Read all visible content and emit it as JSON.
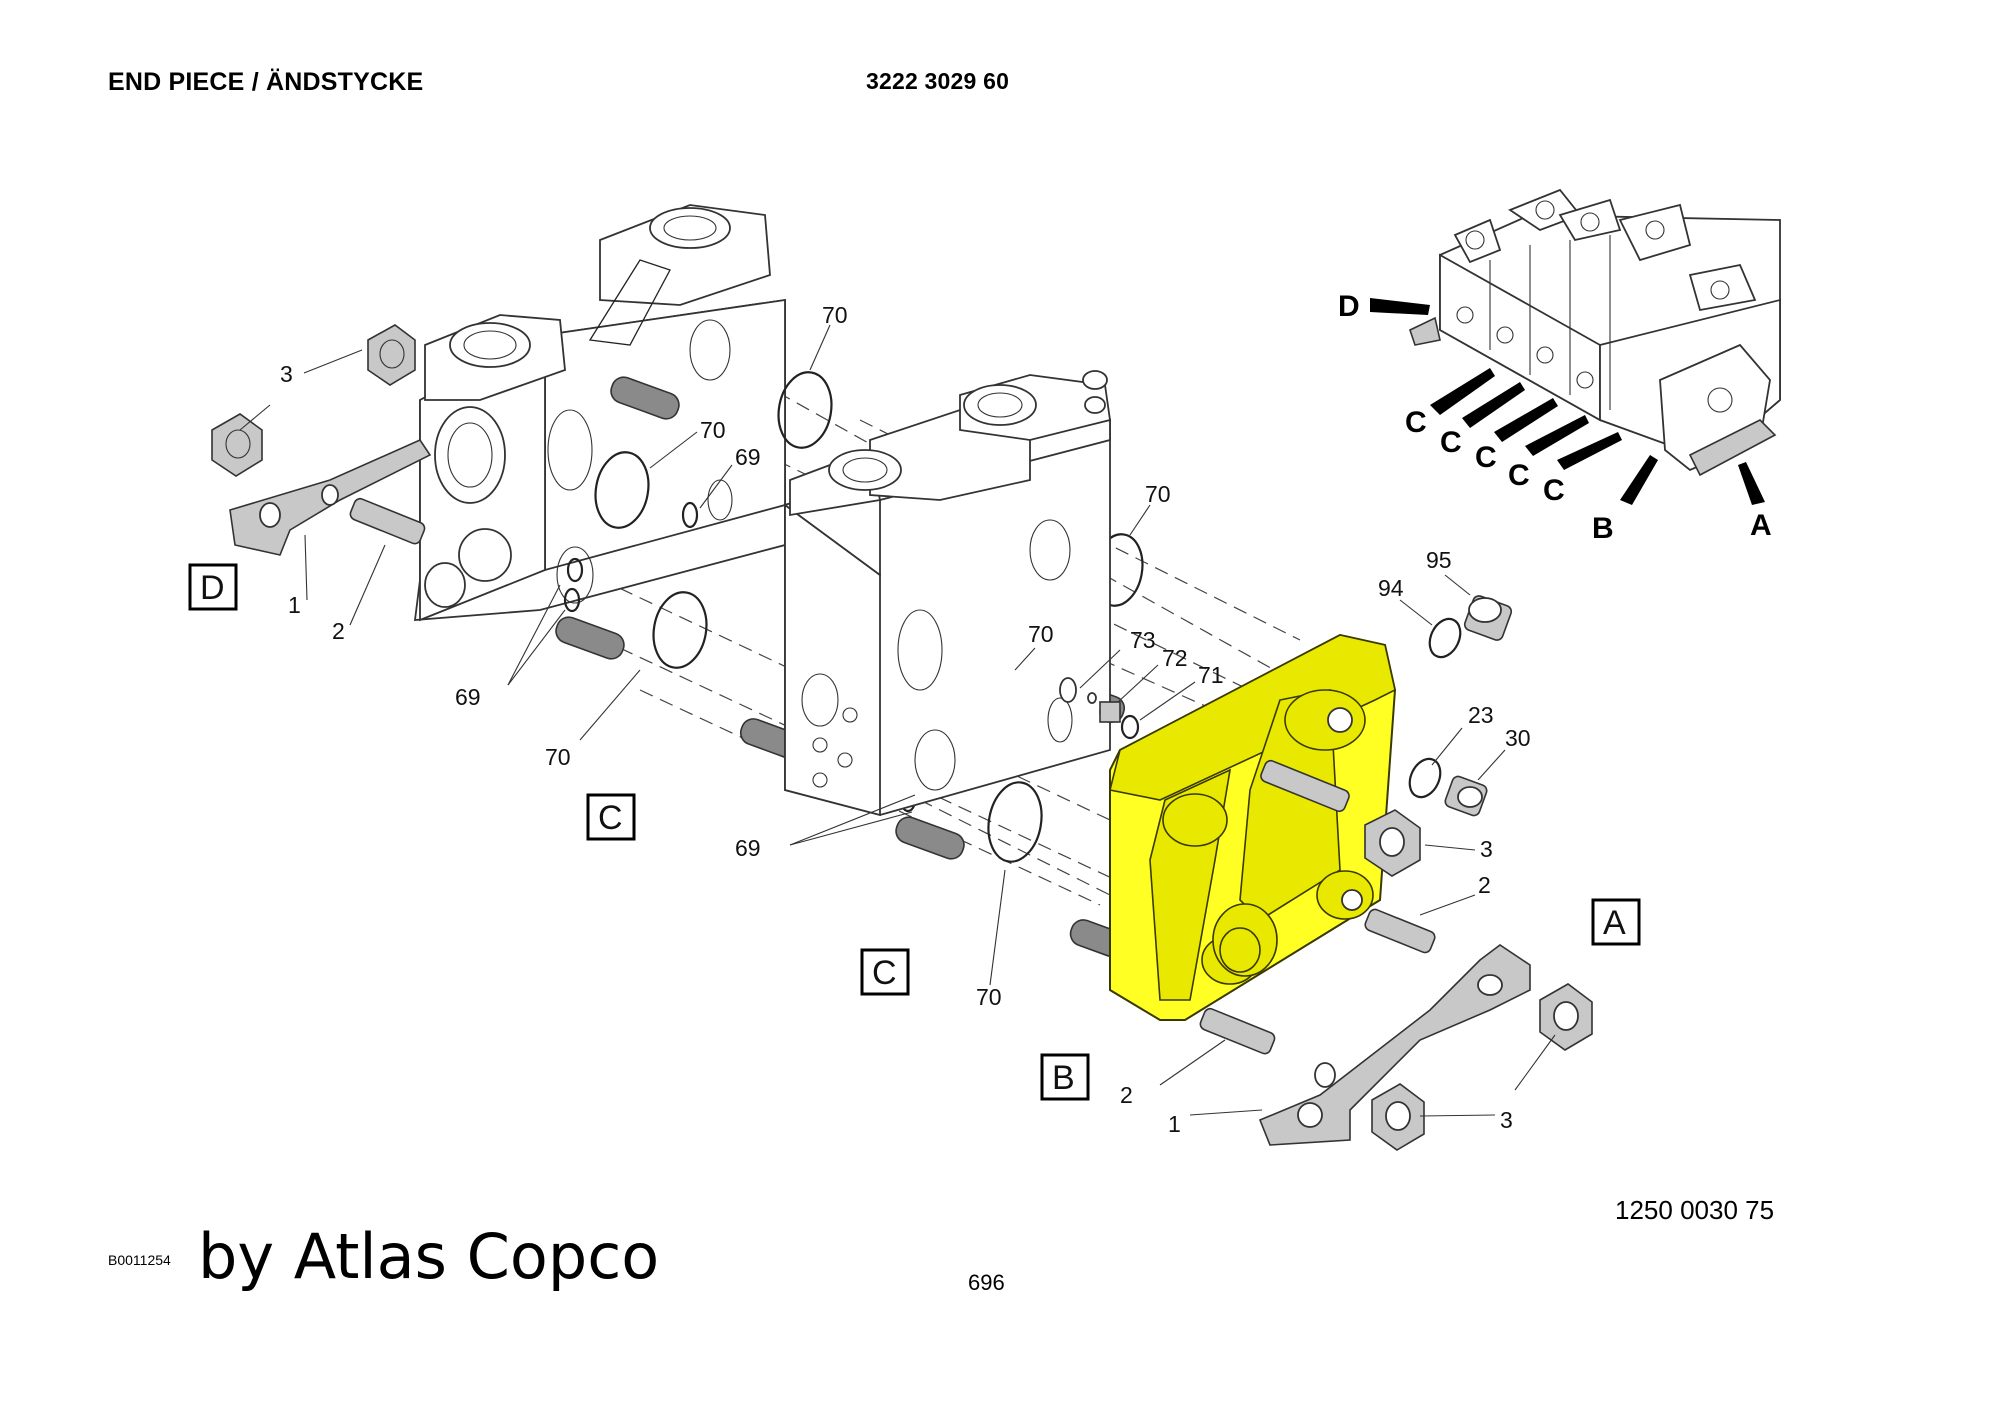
{
  "header": {
    "title": "END PIECE / ÄNDSTYCKE",
    "part_number": "3222 3029 60"
  },
  "footer": {
    "doc_code": "B0011254",
    "brand": "by Atlas Copco",
    "page": "696",
    "ref_number": "1250 0030 75"
  },
  "boxed_labels": {
    "d": "D",
    "c1": "C",
    "c2": "C",
    "a": "A",
    "b": "B"
  },
  "callouts": {
    "l70a": "70",
    "l3a": "3",
    "l70b": "70",
    "l69a": "69",
    "l1a": "1",
    "l2a": "2",
    "l69b": "69",
    "l70c": "70",
    "l70d": "70",
    "l70e": "70",
    "l73": "73",
    "l72": "72",
    "l71": "71",
    "l94": "94",
    "l95": "95",
    "l23": "23",
    "l30": "30",
    "l3b": "3",
    "l2b": "2",
    "l69c": "69",
    "l70f": "70",
    "l2c": "2",
    "l1b": "1",
    "l3c": "3"
  },
  "mini_view": {
    "d": "D",
    "c1": "C",
    "c2": "C",
    "c3": "C",
    "c4": "C",
    "c5": "C",
    "b": "B",
    "a": "A"
  },
  "colors": {
    "highlight": "#ffff24",
    "line": "#222222"
  }
}
